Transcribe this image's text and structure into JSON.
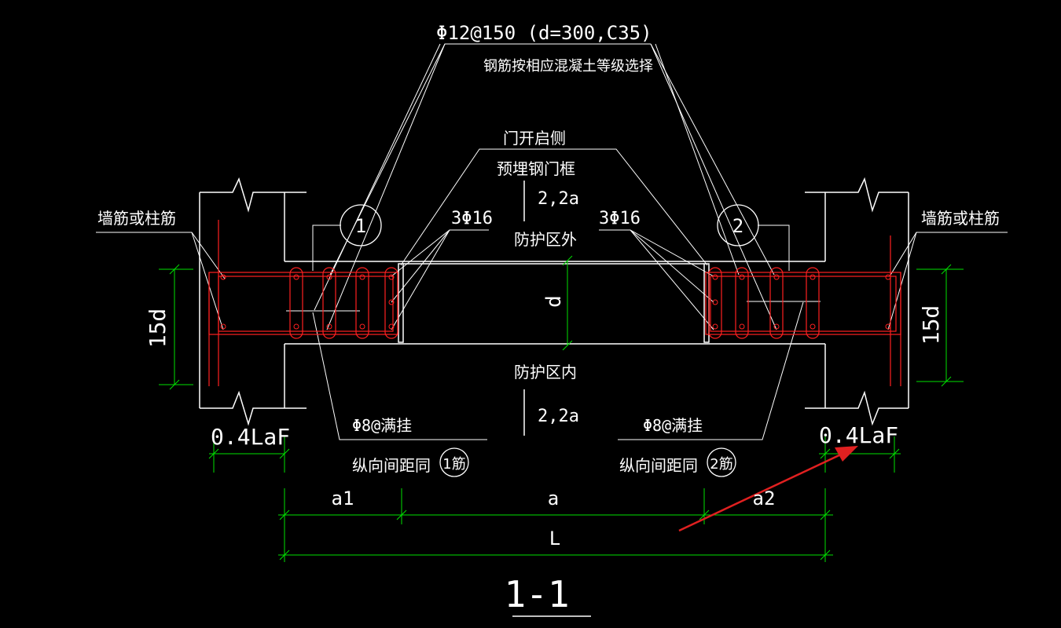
{
  "drawing": {
    "title": "1-1",
    "top_label": "Φ12@150   (d=300,C35)",
    "top_note": "钢筋按相应混凝土等级选择",
    "door_side_1": "门开启侧",
    "door_side_2": "预埋钢门框",
    "height_top": "2,2a",
    "height_bottom": "2,2a",
    "outside_label": "防护区外",
    "inside_label": "防护区内",
    "wall_bar_left": "墙筋或柱筋",
    "wall_bar_right": "墙筋或柱筋",
    "bars_left": "3Φ16",
    "bars_right": "3Φ16",
    "circle_1": "1",
    "circle_2": "2",
    "stirrup_left": "Φ8@满挂",
    "stirrup_right": "Φ8@满挂",
    "spacing_left": "纵向间距同",
    "spacing_right": "纵向间距同",
    "ref_left": "1筋",
    "ref_right": "2筋",
    "dim_15d_left": "15d",
    "dim_15d_right": "15d",
    "dim_d": "d",
    "anchor_left": "0.4LaF",
    "anchor_right": "0.4LaF",
    "dim_a1": "a1",
    "dim_a": "a",
    "dim_a2": "a2",
    "dim_L": "L"
  },
  "colors": {
    "background": "#000000",
    "outline": "#ffffff",
    "rebar": "#ff2020",
    "dimension": "#00e000",
    "arrow": "#e02020"
  }
}
